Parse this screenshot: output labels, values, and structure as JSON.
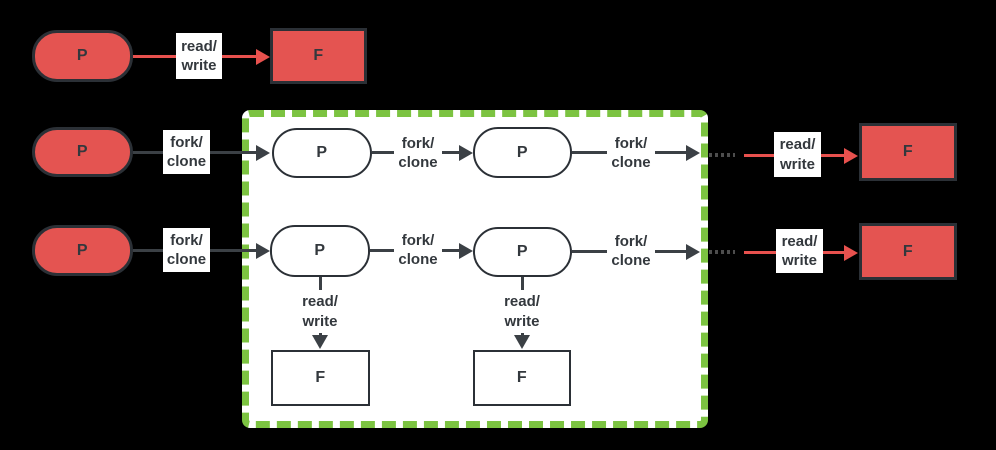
{
  "diagram": {
    "description": "Process fork/clone and file read/write diagram with a dashed container of forked processes"
  },
  "colors": {
    "background": "#000000",
    "red_fill": "#E45451",
    "red_arrow": "#E8514E",
    "dark_stroke": "#2B3036",
    "dark_arrow": "#3B4045",
    "green_border": "#7CC341",
    "white": "#FFFFFF",
    "text": "#33383D",
    "dotted": "#4D4D4D"
  },
  "labels": {
    "process": "P",
    "file": "F",
    "read_write": "read/\nwrite",
    "fork_clone": "fork/\nclone"
  }
}
